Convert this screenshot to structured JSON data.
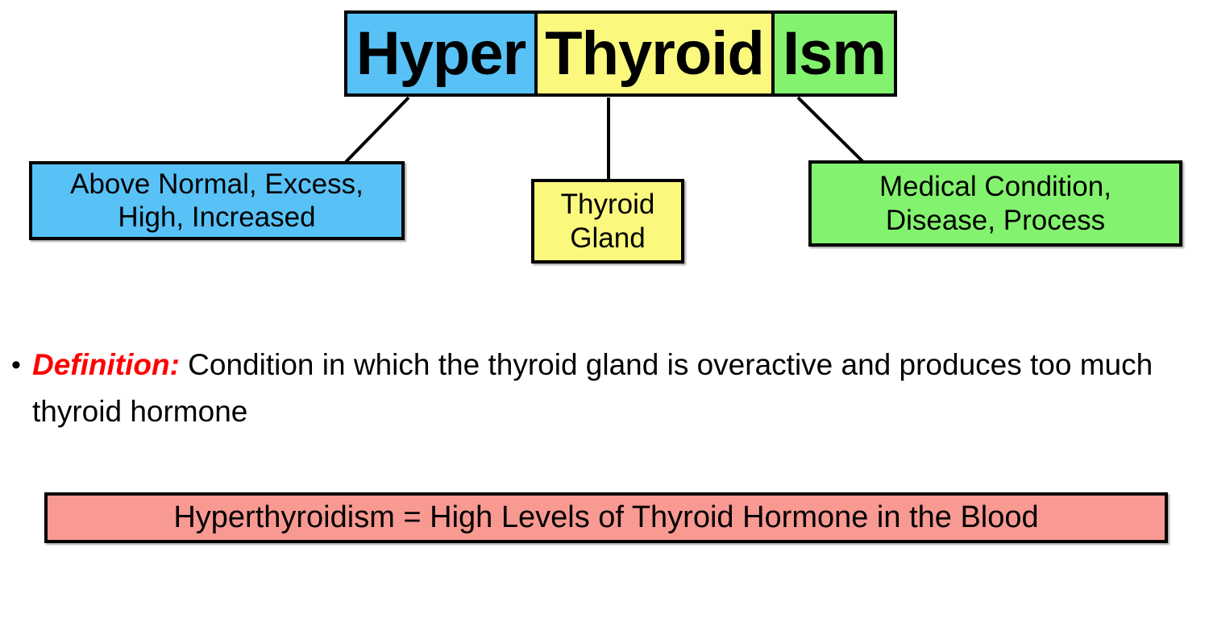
{
  "slide": {
    "topic": "Hyperthyroidism"
  },
  "word_breakdown": {
    "segments": [
      {
        "text": "Hyper",
        "color": "#58C2F7"
      },
      {
        "text": "Thyroid",
        "color": "#FBF87E"
      },
      {
        "text": "Ism",
        "color": "#83F26E"
      }
    ],
    "meanings": [
      {
        "line1": "Above Normal, Excess,",
        "line2": "High, Increased",
        "color": "#58C2F7"
      },
      {
        "line1": "Thyroid",
        "line2": "Gland",
        "color": "#FBF87E"
      },
      {
        "line1": "Medical Condition,",
        "line2": "Disease, Process",
        "color": "#83F26E"
      }
    ]
  },
  "definition": {
    "bullet": "•",
    "label": "Definition:",
    "label_color": "#FF0000",
    "body": " Condition in which the thyroid gland is overactive and produces too much thyroid hormone"
  },
  "summary": {
    "text": "Hyperthyroidism = High Levels of Thyroid Hormone in the Blood",
    "color": "#F89992"
  }
}
